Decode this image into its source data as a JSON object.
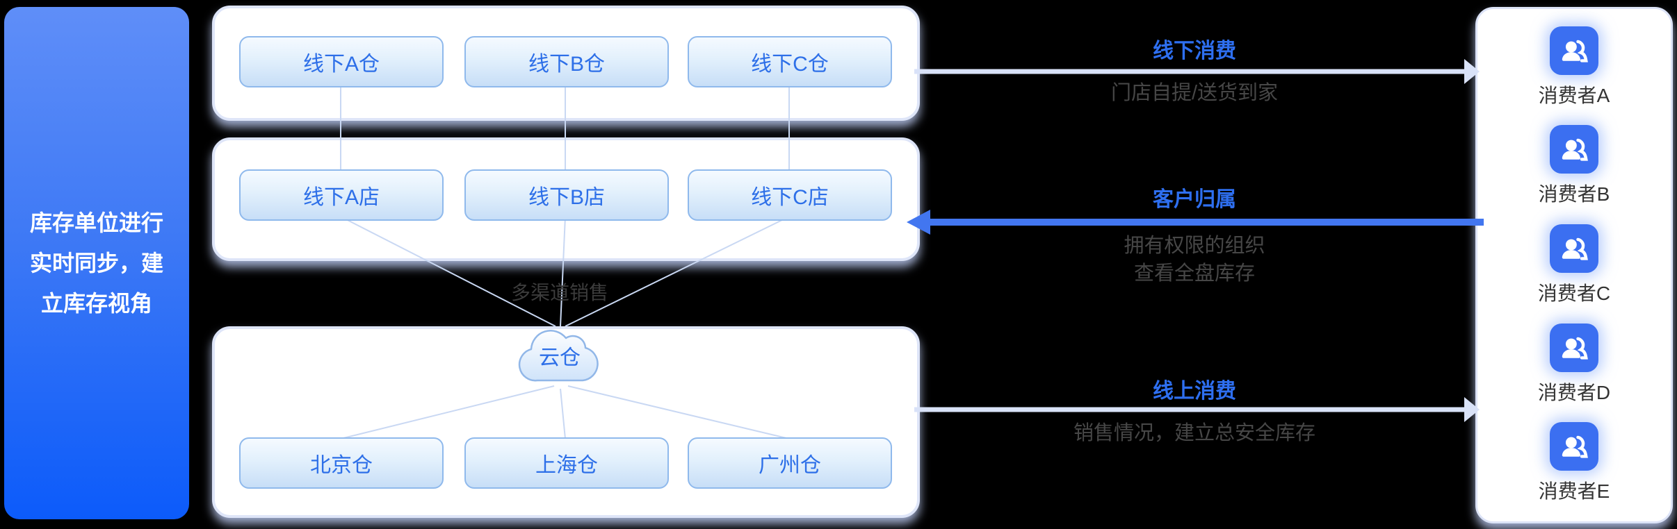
{
  "left_panel": {
    "lines": [
      "库存单位进行",
      "实时同步，建",
      "立库存视角"
    ]
  },
  "groups": {
    "offline_warehouses": {
      "items": [
        "线下A仓",
        "线下B仓",
        "线下C仓"
      ]
    },
    "offline_stores": {
      "items": [
        "线下A店",
        "线下B店",
        "线下C店"
      ]
    },
    "cloud": {
      "label": "云仓",
      "warehouses": [
        "北京仓",
        "上海仓",
        "广州仓"
      ]
    }
  },
  "multi_channel_label": "多渠道销售",
  "arrows": [
    {
      "id": "offline-consumption",
      "title": "线下消费",
      "subtitle": "门店自提/送货到家",
      "direction": "right",
      "style": "light"
    },
    {
      "id": "customer-attribution",
      "title": "客户归属",
      "subtitle_lines": [
        "拥有权限的组织",
        "查看全盘库存"
      ],
      "direction": "left",
      "style": "primary"
    },
    {
      "id": "online-consumption",
      "title": "线上消费",
      "subtitle": "销售情况，建立总安全库存",
      "direction": "right",
      "style": "light"
    }
  ],
  "consumers": {
    "labels": [
      "消费者A",
      "消费者B",
      "消费者C",
      "消费者D",
      "消费者E"
    ]
  },
  "colors": {
    "accent_blue_text": "#2E6FF0",
    "primary_arrow_blue": "#4276F0",
    "light_arrow": "#D9E2F8",
    "node_text_blue": "#2D6FE8",
    "node_border": "#8FB9EC",
    "group_border": "#DEE5F8",
    "icon_blue": "#3B6FF1",
    "connector_line": "#C9D8F3",
    "gray_text": "#474747",
    "left_panel_gradient_top": "#5F8EF8",
    "left_panel_gradient_bottom": "#0C5BFA",
    "background": "#000000"
  }
}
